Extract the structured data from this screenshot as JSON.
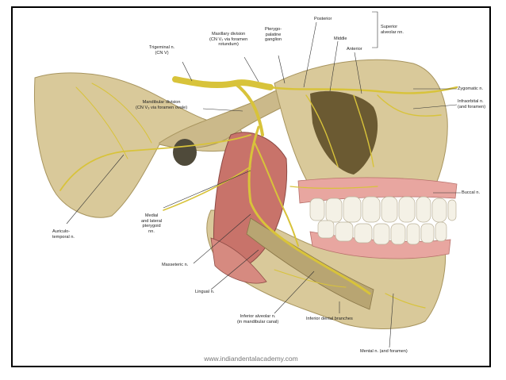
{
  "labels": {
    "trigeminal": [
      "Trigeminal n.",
      "(CN V)"
    ],
    "maxillary": [
      "Maxillary division",
      "(CN V₂ via foramen",
      "rotundum)"
    ],
    "pterygopalatine": [
      "Pterygo-",
      "palatine",
      "ganglion"
    ],
    "posterior": "Posterior",
    "middle": "Middle",
    "anterior": "Anterior",
    "superior_alveolar": [
      "Superior",
      "alveolar nn."
    ],
    "zygomatic": "Zygomatic n.",
    "infraorbital": [
      "Infraorbital n.",
      "(and foramen)"
    ],
    "mandibular": [
      "Mandibular division",
      "(CN V₃ via foramen ovale)"
    ],
    "buccal": "Buccal n.",
    "medial_lateral_pterygoid": [
      "Medial",
      "and lateral",
      "pterygoid",
      "nn."
    ],
    "auriculotemporal": [
      "Auriculo-",
      "temporal n."
    ],
    "masseteric": "Masseteric n.",
    "lingual": "Lingual n.",
    "inferior_alveolar": [
      "Inferior alveolar n.",
      "(in mandibular canal)"
    ],
    "inferior_dental": "Inferior dental branches",
    "mental": "Mental n. (and foramen)"
  },
  "watermark": "www.indiandentalacademy.com",
  "colors": {
    "bone": "#d9c99a",
    "bone_shadow": "#a8955f",
    "muscle": "#c8736a",
    "gum": "#e8a6a0",
    "tooth": "#f4f1e6",
    "nerve": "#d8c33a",
    "frame": "#000000"
  }
}
